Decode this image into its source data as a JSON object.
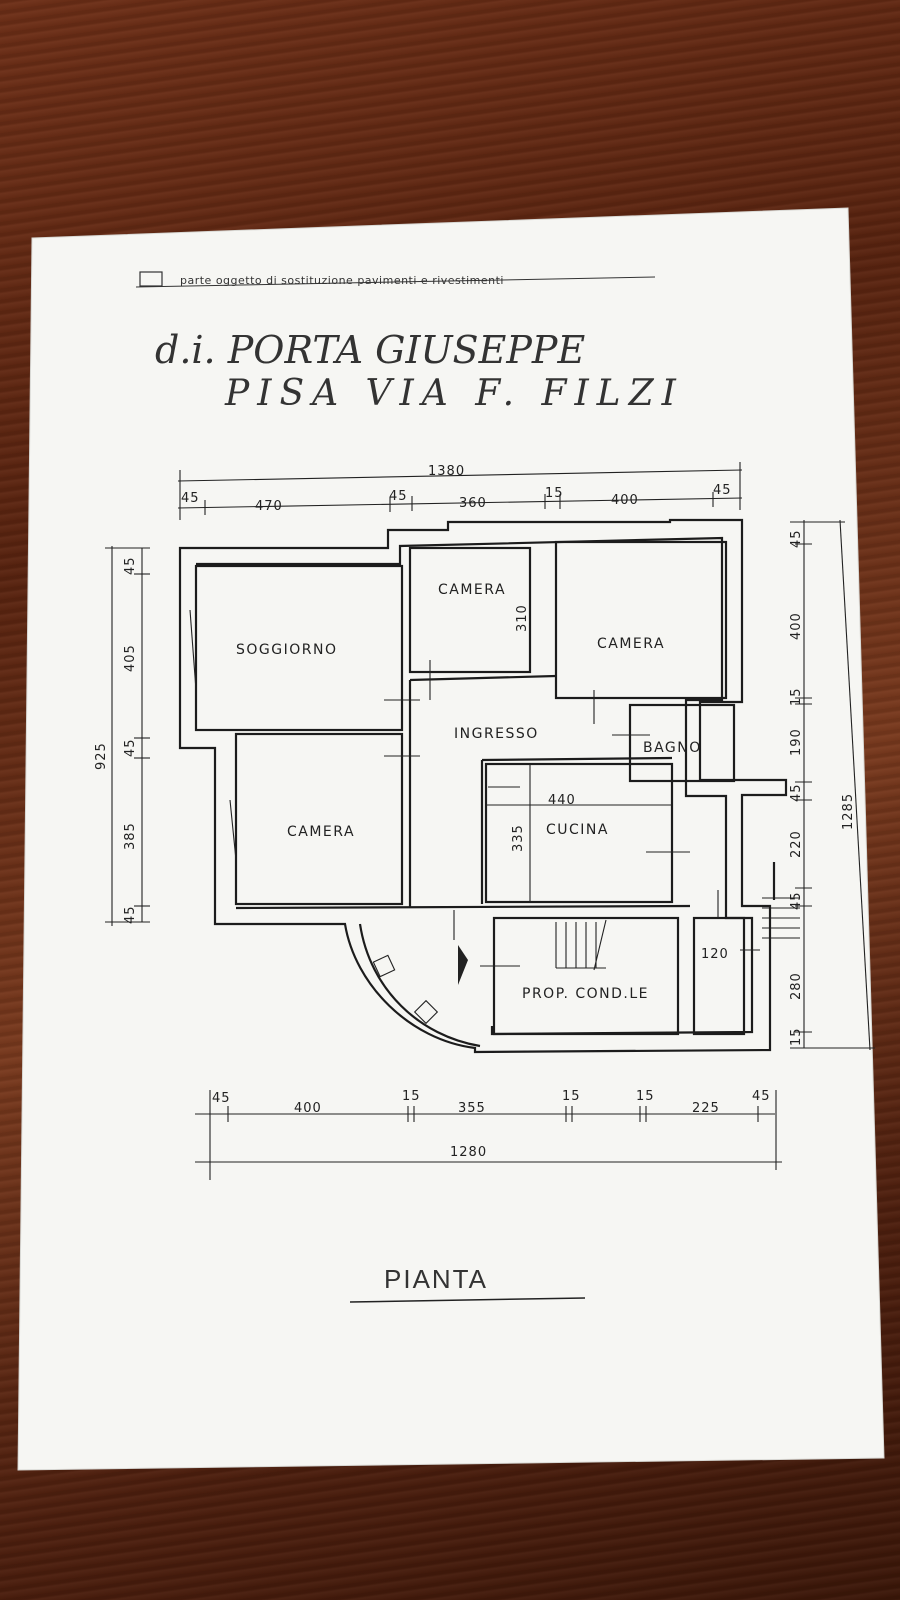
{
  "legend": {
    "text": "parte oggetto di sostituzione pavimenti e rivestimenti"
  },
  "handwriting": {
    "line1": "d.i. PORTA GIUSEPPE",
    "line2": "PISA VIA F. FILZI"
  },
  "rooms": {
    "soggiorno": "SOGGIORNO",
    "camera_top": "CAMERA",
    "camera_right": "CAMERA",
    "ingresso": "INGRESSO",
    "bagno": "BAGNO",
    "camera_left": "CAMERA",
    "cucina": "CUCINA",
    "prop_cond": "PROP. COND.LE"
  },
  "dims_top": {
    "total": "1380",
    "d1": "45",
    "d2": "470",
    "d3": "45",
    "d4": "360",
    "d5": "15",
    "d6": "400",
    "d7": "45"
  },
  "dims_bottom": {
    "total": "1280",
    "d1": "45",
    "d2": "400",
    "d3": "15",
    "d4": "355",
    "d5": "15",
    "d6": "15",
    "d7": "225",
    "d8": "45"
  },
  "dims_left": {
    "total": "925",
    "d1": "45",
    "d2": "405",
    "d3": "45",
    "d4": "385",
    "d5": "45"
  },
  "dims_right": {
    "total": "1285",
    "d1": "45",
    "d2": "400",
    "d3": "15",
    "d4": "190",
    "d5": "45",
    "d6": "220",
    "d7": "45",
    "d8": "280",
    "d9": "15"
  },
  "dims_inner": {
    "camera_h": "310",
    "cucina_w": "440",
    "cucina_h": "335",
    "small_w": "120"
  },
  "title": "PIANTA"
}
